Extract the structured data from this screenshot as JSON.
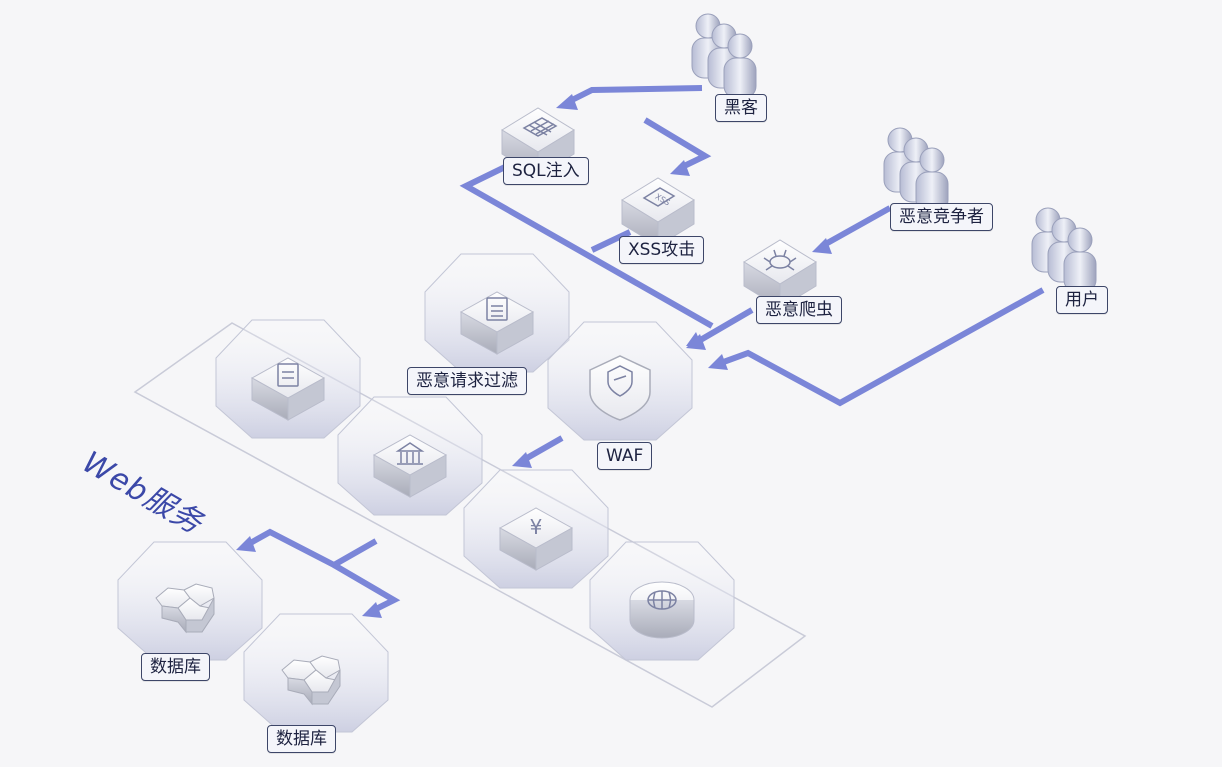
{
  "colors": {
    "flow": "#7b86d8",
    "outline": "#3d4668",
    "accent_text": "#3b48a8",
    "background": "#f6f6f8"
  },
  "service_zone": {
    "title": "Web服务"
  },
  "threats": {
    "hacker": "黑客",
    "competitor": "恶意竞争者",
    "user": "用户",
    "sql_injection": "SQL注入",
    "xss_attack": "XSS攻击",
    "malicious_crawler": "恶意爬虫"
  },
  "defense": {
    "request_filter": "恶意请求过滤",
    "waf": "WAF"
  },
  "databases": [
    {
      "label": "数据库"
    },
    {
      "label": "数据库"
    }
  ],
  "icons": {
    "people": "people-group-icon",
    "sql": "table-grid-icon",
    "xss": "xss-script-icon",
    "crawler": "bug-icon",
    "filter": "document-filter-icon",
    "waf": "shield-icon",
    "server": "server-icon",
    "finance": "yen-icon",
    "web": "globe-icon",
    "database": "database-hex-icon"
  }
}
